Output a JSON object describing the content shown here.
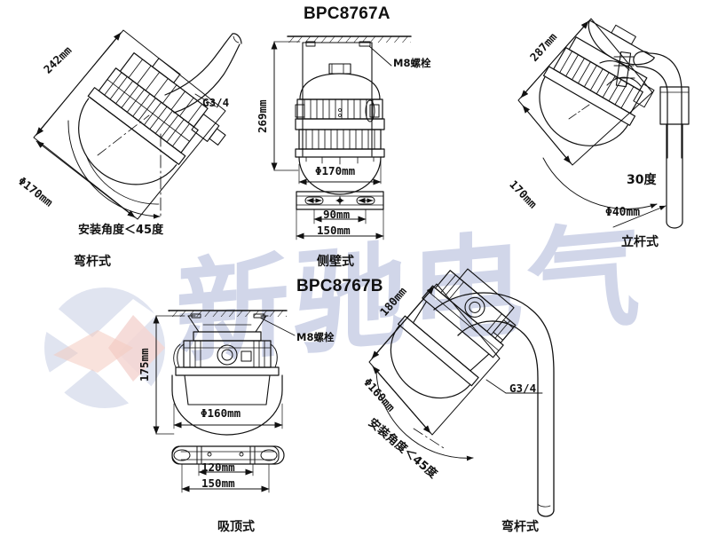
{
  "page": {
    "background": "#ffffff",
    "ink": "#111111",
    "watermark_color": "#c9cfe6",
    "logo_x_color": "#ffffff",
    "logo_disc_color": "#d6dbec",
    "logo_diamond_color": "#f2c9c4"
  },
  "watermark": {
    "brand_text": "新驰电气",
    "logo_name": "x-logo"
  },
  "models": {
    "a": "BPC8767A",
    "b": "BPC8767B"
  },
  "views": {
    "a_bent_pole": {
      "caption": "弯杆式",
      "dims": {
        "length": "242mm",
        "diameter": "Φ170mm",
        "thread": "G3/4",
        "angle_note": "安装角度＜45度"
      }
    },
    "a_wall": {
      "caption": "侧壁式",
      "dims": {
        "height": "269mm",
        "diameter": "Φ170mm",
        "bolt": "M8螺栓",
        "hole_spacing": "90mm",
        "plate_width": "150mm"
      }
    },
    "a_pole": {
      "caption": "立杆式",
      "dims": {
        "length": "287mm",
        "diameter": "170mm",
        "angle": "30度",
        "pole_diameter": "Φ40mm"
      }
    },
    "b_ceiling": {
      "caption": "吸顶式",
      "dims": {
        "height": "175mm",
        "diameter": "Φ160mm",
        "bolt": "M8螺栓",
        "hole_spacing": "120mm",
        "plate_width": "150mm"
      }
    },
    "b_bent_pole": {
      "caption": "弯杆式",
      "dims": {
        "length": "180mm",
        "diameter": "Φ160mm",
        "thread": "G3/4",
        "angle_note": "安装角度＜45度"
      }
    }
  }
}
